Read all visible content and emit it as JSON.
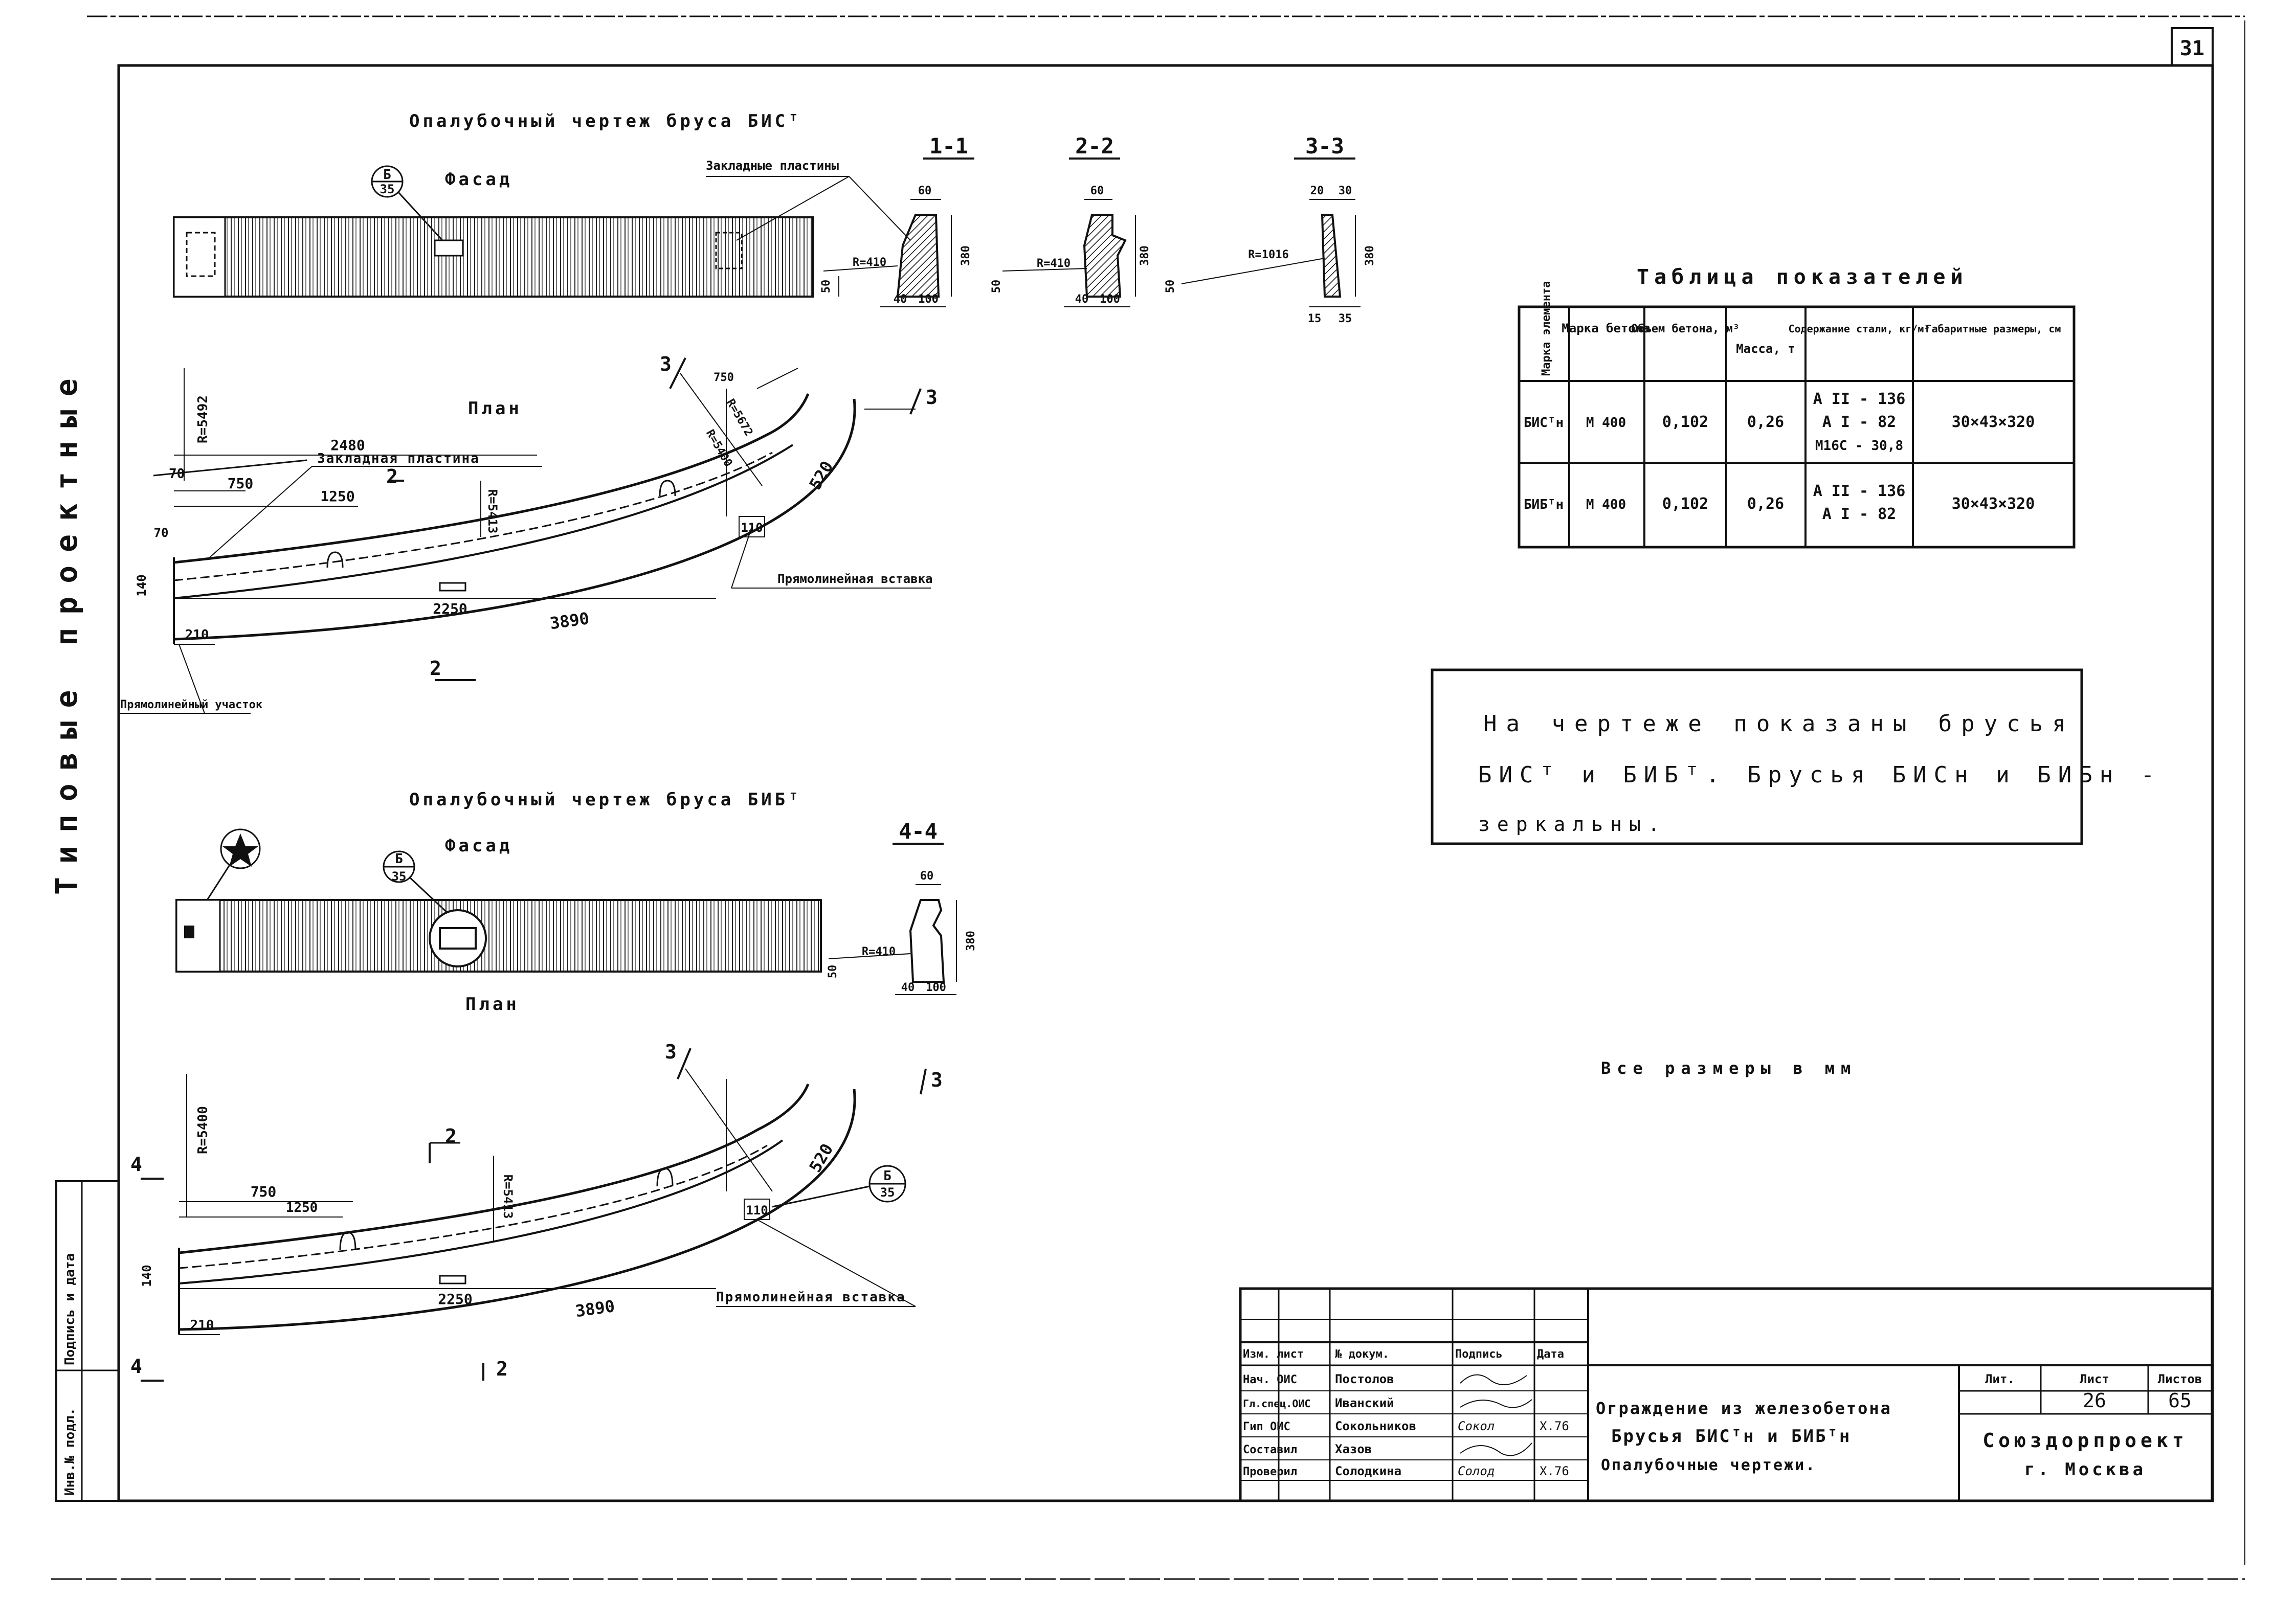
{
  "sheet_number": "31",
  "drawing1": {
    "title": "Опалубочный чертеж бруса БИСᵀ",
    "facade_label": "Фасад",
    "embedded_plates_label": "Закладные пластины",
    "plan_label": "План",
    "embedded_plate_label": "Закладная пластина",
    "straight_insert_label": "Прямолинейная вставка",
    "straight_section_label": "Прямолинейный участок",
    "callout_top": "Б",
    "callout_bottom": "35",
    "dims": {
      "d2480": "2480",
      "d1250": "1250",
      "d750": "750",
      "d2250": "2250",
      "d3890": "3890",
      "d520": "520",
      "d210": "210",
      "d110": "110",
      "d140": "140",
      "d70": "70",
      "r5492": "R=5492",
      "r5400": "R=5400",
      "r5413": "R=5413",
      "r5672": "R=5672",
      "d750b": "750"
    },
    "cut_2": "2",
    "cut_3": "3"
  },
  "sections": {
    "s11": {
      "title": "1-1",
      "d60": "60",
      "d380": "380",
      "r": "R=410",
      "d50": "50",
      "d40": "40",
      "d100": "100"
    },
    "s22": {
      "title": "2-2",
      "d60": "60",
      "d380": "380",
      "r": "R=410",
      "d50": "50",
      "d40": "40",
      "d100": "100"
    },
    "s33": {
      "title": "3-3",
      "d20": "20",
      "d30": "30",
      "d380": "380",
      "r": "R=1016",
      "d50": "50",
      "d15": "15",
      "d35": "35"
    },
    "s44": {
      "title": "4-4",
      "d60": "60",
      "d380": "380",
      "r": "R=410",
      "d50": "50",
      "d40": "40",
      "d100": "100"
    }
  },
  "drawing2": {
    "title": "Опалубочный чертеж бруса БИБᵀ",
    "facade_label": "Фасад",
    "plan_label": "План",
    "straight_insert_label": "Прямолинейная вставка",
    "callout_top": "Б",
    "callout_bottom": "35",
    "callout_a_bottom": "35",
    "dims": {
      "d750": "750",
      "d1250": "1250",
      "d2250": "2250",
      "d3890": "3890",
      "d520": "520",
      "d210": "210",
      "d110": "110",
      "d140": "140",
      "r5400": "R=5400",
      "r5413": "R=5413"
    },
    "cut_2": "2",
    "cut_3": "3",
    "cut_4": "4"
  },
  "table": {
    "title": "Таблица показателей",
    "headers": [
      "Марка элемента",
      "Марка бетона",
      "Объем бетона, м³",
      "Масса, т",
      "Содержание стали, кг/м³",
      "Габаритные размеры, см"
    ],
    "rows": [
      {
        "element": "БИСᵀн",
        "concrete": "М 400",
        "volume": "0,102",
        "mass": "0,26",
        "steel": [
          "А II - 136",
          "А I - 82",
          "М16С - 30,8"
        ],
        "size": "30×43×320"
      },
      {
        "element": "БИБᵀн",
        "concrete": "М 400",
        "volume": "0,102",
        "mass": "0,26",
        "steel": [
          "А II - 136",
          "А I - 82"
        ],
        "size": "30×43×320"
      }
    ]
  },
  "note": {
    "line1": "На чертеже показаны брусья",
    "line2": "БИСᵀ и БИБᵀ. Брусья БИСн и БИБн -",
    "line3": "зеркальны."
  },
  "dimensions_note": "Все размеры в мм",
  "left_margin": {
    "vertical_text": "Типовые проектные",
    "stamp_col1": "Инв.№ подл.",
    "stamp_col2": "Подпись и дата"
  },
  "title_block": {
    "roles": [
      {
        "role": "Изм. лист",
        "name": "№ докум.",
        "sig": "Подпись",
        "date": "Дата"
      },
      {
        "role": "Нач. ОИС",
        "name": "Постолов",
        "sig": "",
        "date": ""
      },
      {
        "role": "Гл.спец.ОИС",
        "name": "Иванский",
        "sig": "",
        "date": ""
      },
      {
        "role": "Гип ОИС",
        "name": "Сокольников",
        "sig": "Сокол",
        "date": "X.76"
      },
      {
        "role": "Составил",
        "name": "Хазов",
        "sig": "",
        "date": ""
      },
      {
        "role": "Проверил",
        "name": "Солодкина",
        "sig": "Солод",
        "date": "X.76"
      }
    ],
    "description_line1": "Ограждение из железобетона",
    "description_line2": "Брусья БИСᵀн и БИБᵀн",
    "description_line3": "Опалубочные чертежи.",
    "stage_label": "Лит.",
    "sheet_label": "Лист",
    "sheets_label": "Листов",
    "stage": "",
    "sheet": "26",
    "sheets": "65",
    "org_line1": "Союздорпроект",
    "org_line2": "г. Москва"
  }
}
